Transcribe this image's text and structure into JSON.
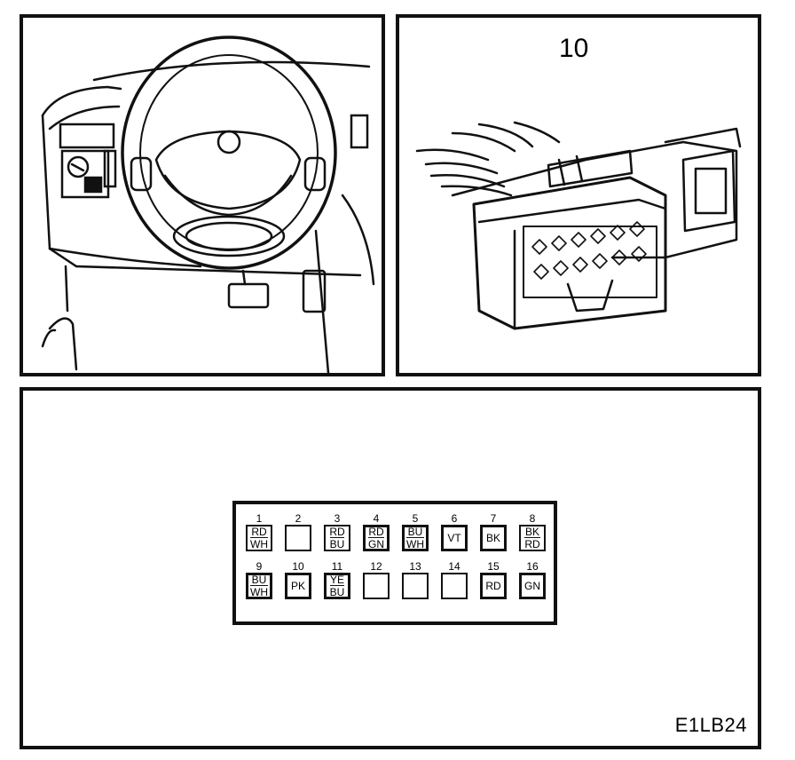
{
  "connector_number": "10",
  "figure_code": "E1LB24",
  "pins": [
    {
      "num": "1",
      "wire": [
        "RD",
        "WH"
      ],
      "thick": false
    },
    {
      "num": "2",
      "wire": [],
      "thick": false
    },
    {
      "num": "3",
      "wire": [
        "RD",
        "BU"
      ],
      "thick": false
    },
    {
      "num": "4",
      "wire": [
        "RD",
        "GN"
      ],
      "thick": true
    },
    {
      "num": "5",
      "wire": [
        "BU",
        "WH"
      ],
      "thick": true
    },
    {
      "num": "6",
      "wire": [
        "VT"
      ],
      "thick": true
    },
    {
      "num": "7",
      "wire": [
        "BK"
      ],
      "thick": true
    },
    {
      "num": "8",
      "wire": [
        "BK",
        "RD"
      ],
      "thick": false
    },
    {
      "num": "9",
      "wire": [
        "BU",
        "WH"
      ],
      "thick": true
    },
    {
      "num": "10",
      "wire": [
        "PK"
      ],
      "thick": true
    },
    {
      "num": "11",
      "wire": [
        "YE",
        "BU"
      ],
      "thick": true
    },
    {
      "num": "12",
      "wire": [],
      "thick": false
    },
    {
      "num": "13",
      "wire": [],
      "thick": false
    },
    {
      "num": "14",
      "wire": [],
      "thick": false
    },
    {
      "num": "15",
      "wire": [
        "RD"
      ],
      "thick": true
    },
    {
      "num": "16",
      "wire": [
        "GN"
      ],
      "thick": true
    }
  ]
}
